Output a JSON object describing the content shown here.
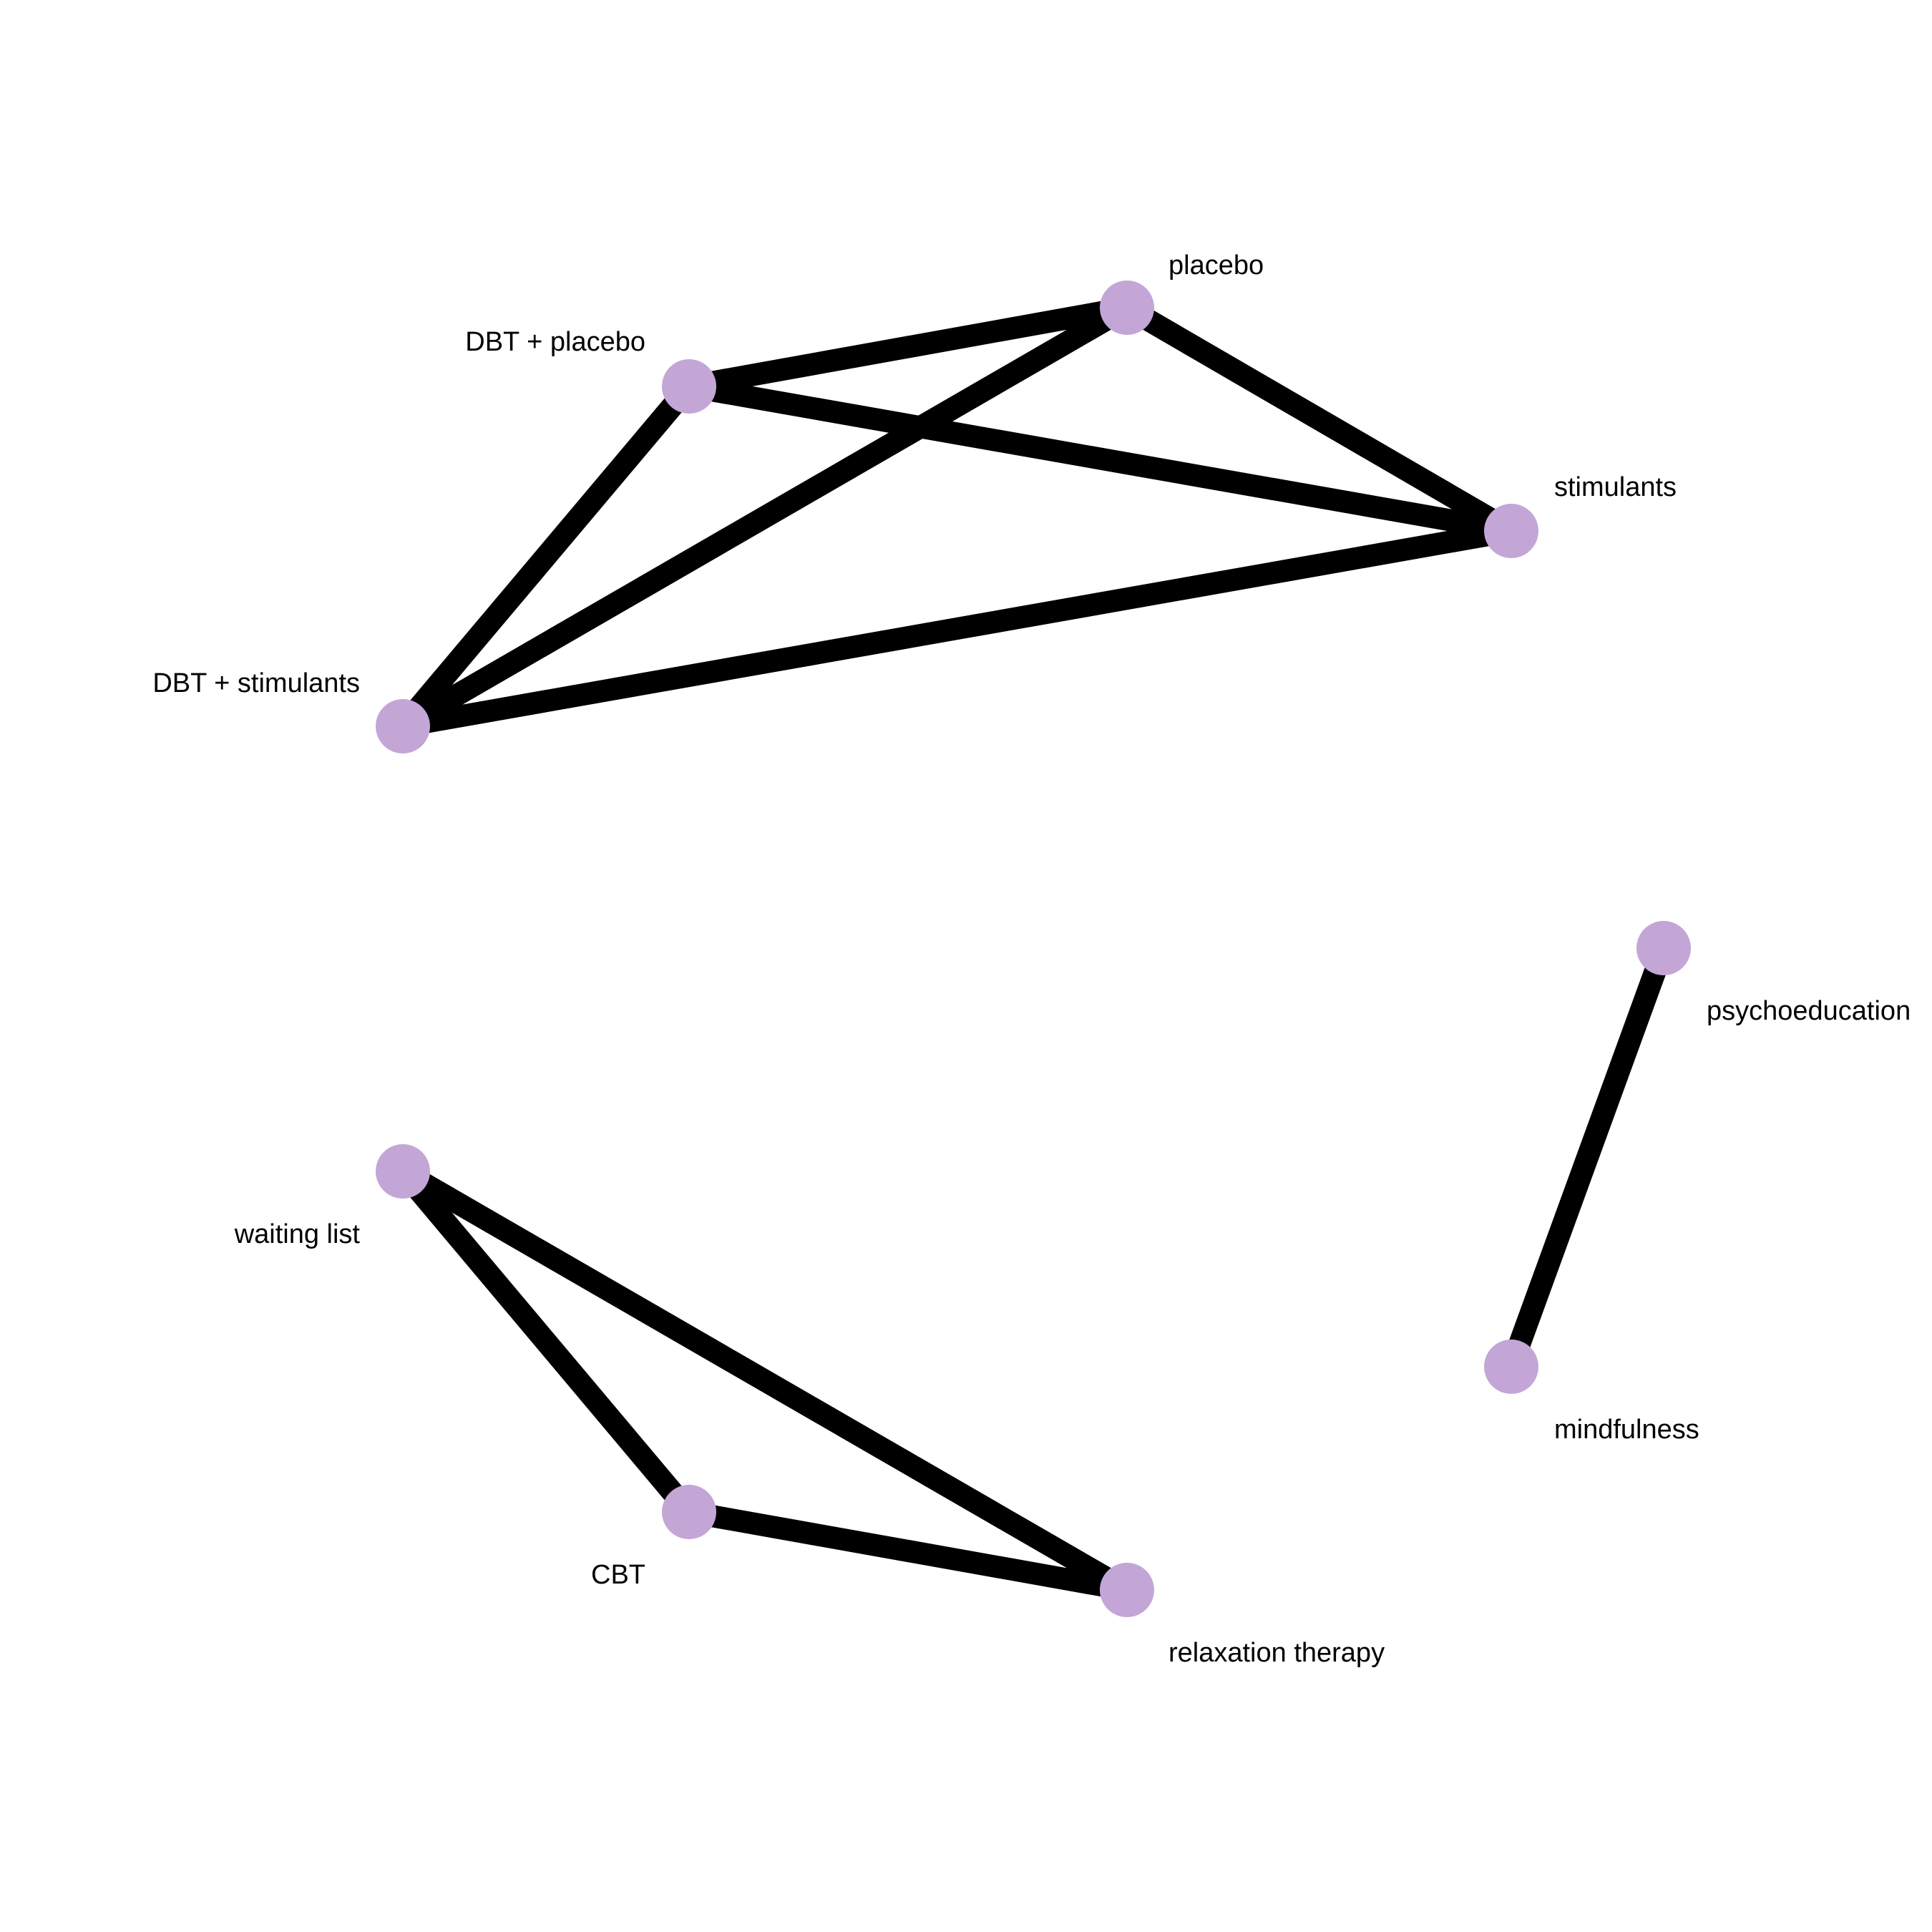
{
  "colors": {
    "node": "#c3a6d6",
    "edge": "#000000",
    "background": "#ffffff"
  },
  "network": {
    "nodes": [
      {
        "id": "placebo",
        "label": "placebo"
      },
      {
        "id": "dbt_placebo",
        "label": "DBT + placebo"
      },
      {
        "id": "stimulants",
        "label": "stimulants"
      },
      {
        "id": "dbt_stimulants",
        "label": "DBT + stimulants"
      },
      {
        "id": "psychoeducation",
        "label": "psychoeducation"
      },
      {
        "id": "waiting_list",
        "label": "waiting list"
      },
      {
        "id": "mindfulness",
        "label": "mindfulness"
      },
      {
        "id": "cbt",
        "label": "CBT"
      },
      {
        "id": "relaxation",
        "label": "relaxation therapy"
      }
    ],
    "edges": [
      {
        "from": "dbt_placebo",
        "to": "placebo"
      },
      {
        "from": "dbt_placebo",
        "to": "stimulants"
      },
      {
        "from": "dbt_placebo",
        "to": "dbt_stimulants"
      },
      {
        "from": "placebo",
        "to": "stimulants"
      },
      {
        "from": "placebo",
        "to": "dbt_stimulants"
      },
      {
        "from": "dbt_stimulants",
        "to": "stimulants"
      },
      {
        "from": "psychoeducation",
        "to": "mindfulness"
      },
      {
        "from": "waiting_list",
        "to": "cbt"
      },
      {
        "from": "waiting_list",
        "to": "relaxation"
      },
      {
        "from": "cbt",
        "to": "relaxation"
      }
    ]
  }
}
